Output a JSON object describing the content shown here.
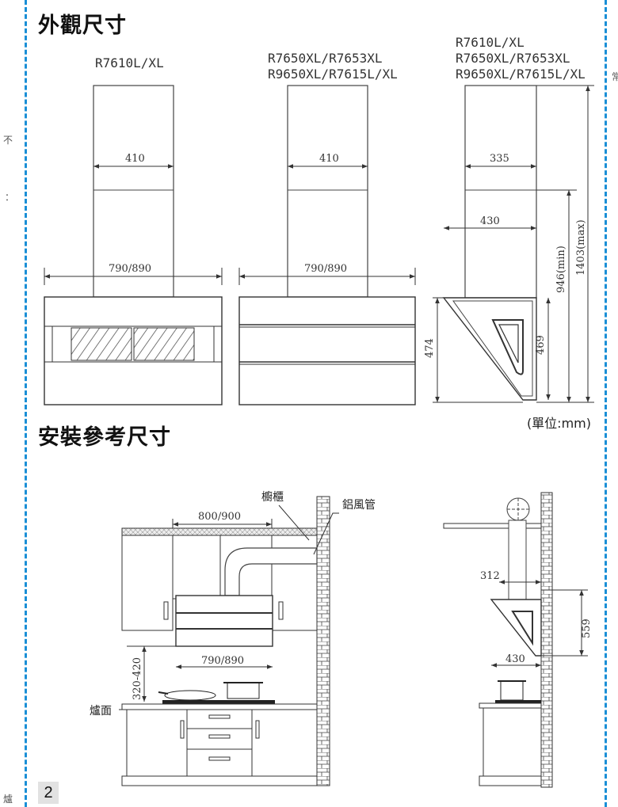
{
  "sections": {
    "exterior_title": "外觀尺寸",
    "install_title": "安裝參考尺寸"
  },
  "models": {
    "left": "R7610L/XL",
    "middle": "R7650XL/R7653XL\nR9650XL/R7615L/XL",
    "right": "R7610L/XL\nR7650XL/R7653XL\nR9650XL/R7615L/XL"
  },
  "dimensions": {
    "left_top_width": "410",
    "left_body_width": "790/890",
    "middle_top_width": "410",
    "middle_body_width": "790/890",
    "side_top_depth": "335",
    "side_mid_depth": "430",
    "side_body_height": "474",
    "side_hood_height": "469",
    "side_min_height": "946(min)",
    "side_max_height": "1403(max)"
  },
  "unit_note": "(單位:mm)",
  "install": {
    "cabinet_label": "櫥櫃",
    "duct_label": "鋁風管",
    "cabinet_width": "800/900",
    "hood_width": "790/890",
    "stove_height": "320-420",
    "stove_surface": "爐面",
    "side_depth": "312",
    "side_height": "559",
    "side_base_depth": "430"
  },
  "page_number": "2",
  "edge_chars": {
    "left_top": "不",
    "left_mid": "：",
    "left_bottom": "爐",
    "right_top": "常"
  }
}
